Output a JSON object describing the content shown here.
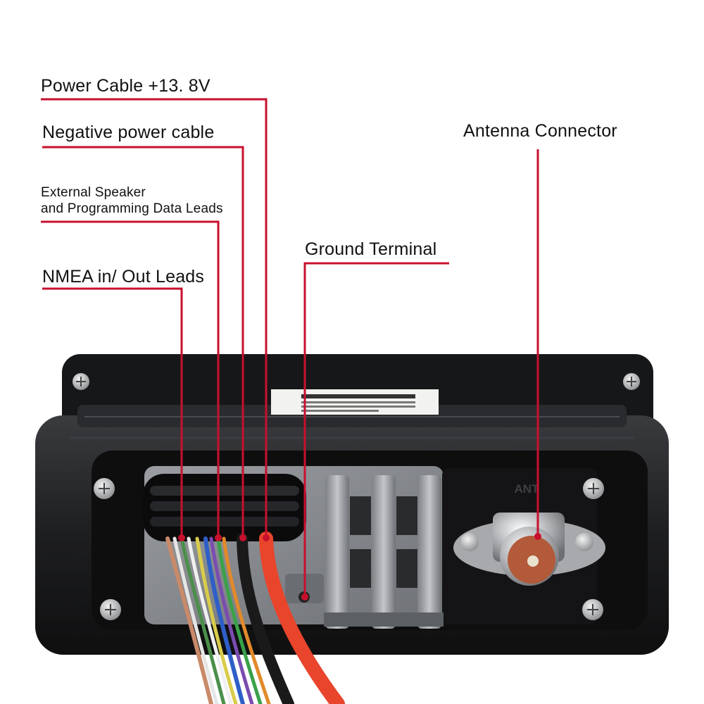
{
  "callouts": {
    "power_cable": "Power Cable +13. 8V",
    "negative_cable": "Negative power cable",
    "external_speaker_line1": "External Speaker",
    "external_speaker_line2": "and Programming Data Leads",
    "nmea": "NMEA in/ Out Leads",
    "ground_terminal": "Ground Terminal",
    "antenna_connector": "Antenna  Connector"
  },
  "device": {
    "ant_marking": "ANT"
  },
  "colors": {
    "callout_line": "#c8102e",
    "housing": "#1c1d1f",
    "panel": "#8d9094",
    "power_wire": "#e8452c"
  }
}
